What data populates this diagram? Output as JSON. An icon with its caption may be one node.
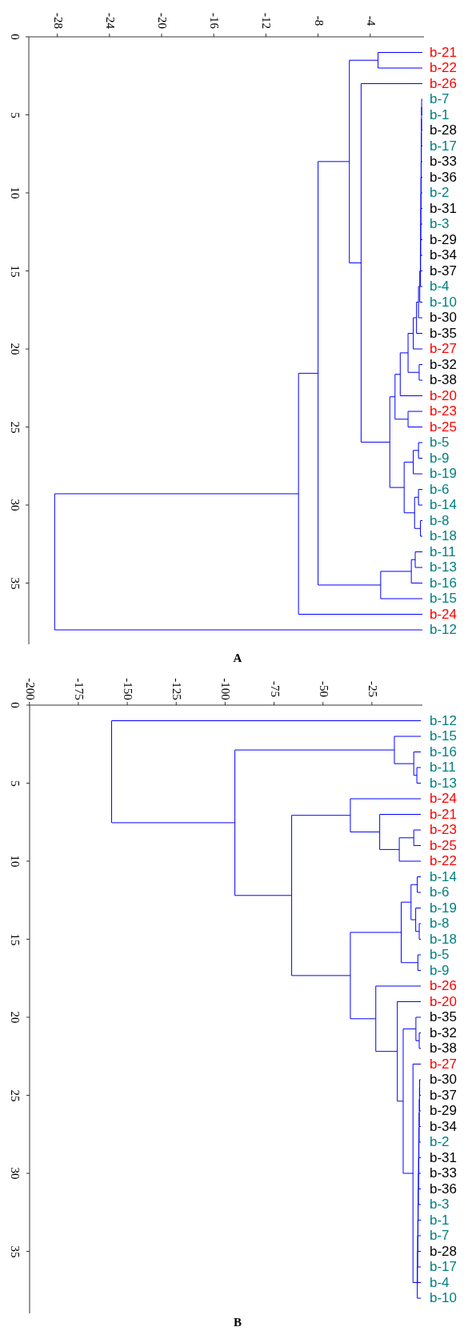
{
  "diagram": {
    "labels": [
      "-28",
      "-24",
      "-20",
      "-16",
      "-12",
      "-8",
      "-4",
      "0",
      "5",
      "10",
      "15",
      "20",
      "25",
      "30",
      "35",
      "b-21",
      "b-22",
      "b-26",
      "b-7",
      "b-1",
      "b-28",
      "b-17",
      "b-33",
      "b-36",
      "b-2",
      "b-31",
      "b-3",
      "b-29",
      "b-34",
      "b-37",
      "b-4",
      "b-10",
      "b-30",
      "b-35",
      "b-27",
      "b-32",
      "b-38",
      "b-20",
      "b-23",
      "b-25",
      "b-5",
      "b-9",
      "b-19",
      "b-6",
      "b-14",
      "b-8",
      "b-18",
      "b-11",
      "b-13",
      "b-16",
      "b-15",
      "b-24",
      "b-12",
      "A",
      "-200",
      "-175",
      "-150",
      "-125",
      "-100",
      "-75",
      "-50",
      "-25",
      "0",
      "5",
      "10",
      "15",
      "20",
      "25",
      "30",
      "35",
      "b-12",
      "b-15",
      "b-16",
      "b-11",
      "b-13",
      "b-24",
      "b-21",
      "b-23",
      "b-25",
      "b-22",
      "b-14",
      "b-6",
      "b-19",
      "b-8",
      "b-18",
      "b-5",
      "b-9",
      "b-26",
      "b-20",
      "b-35",
      "b-32",
      "b-38",
      "b-27",
      "b-30",
      "b-37",
      "b-29",
      "b-34",
      "b-2",
      "b-31",
      "b-33",
      "b-36",
      "b-3",
      "b-1",
      "b-7",
      "b-28",
      "b-17",
      "b-4",
      "b-10",
      "B"
    ]
  }
}
